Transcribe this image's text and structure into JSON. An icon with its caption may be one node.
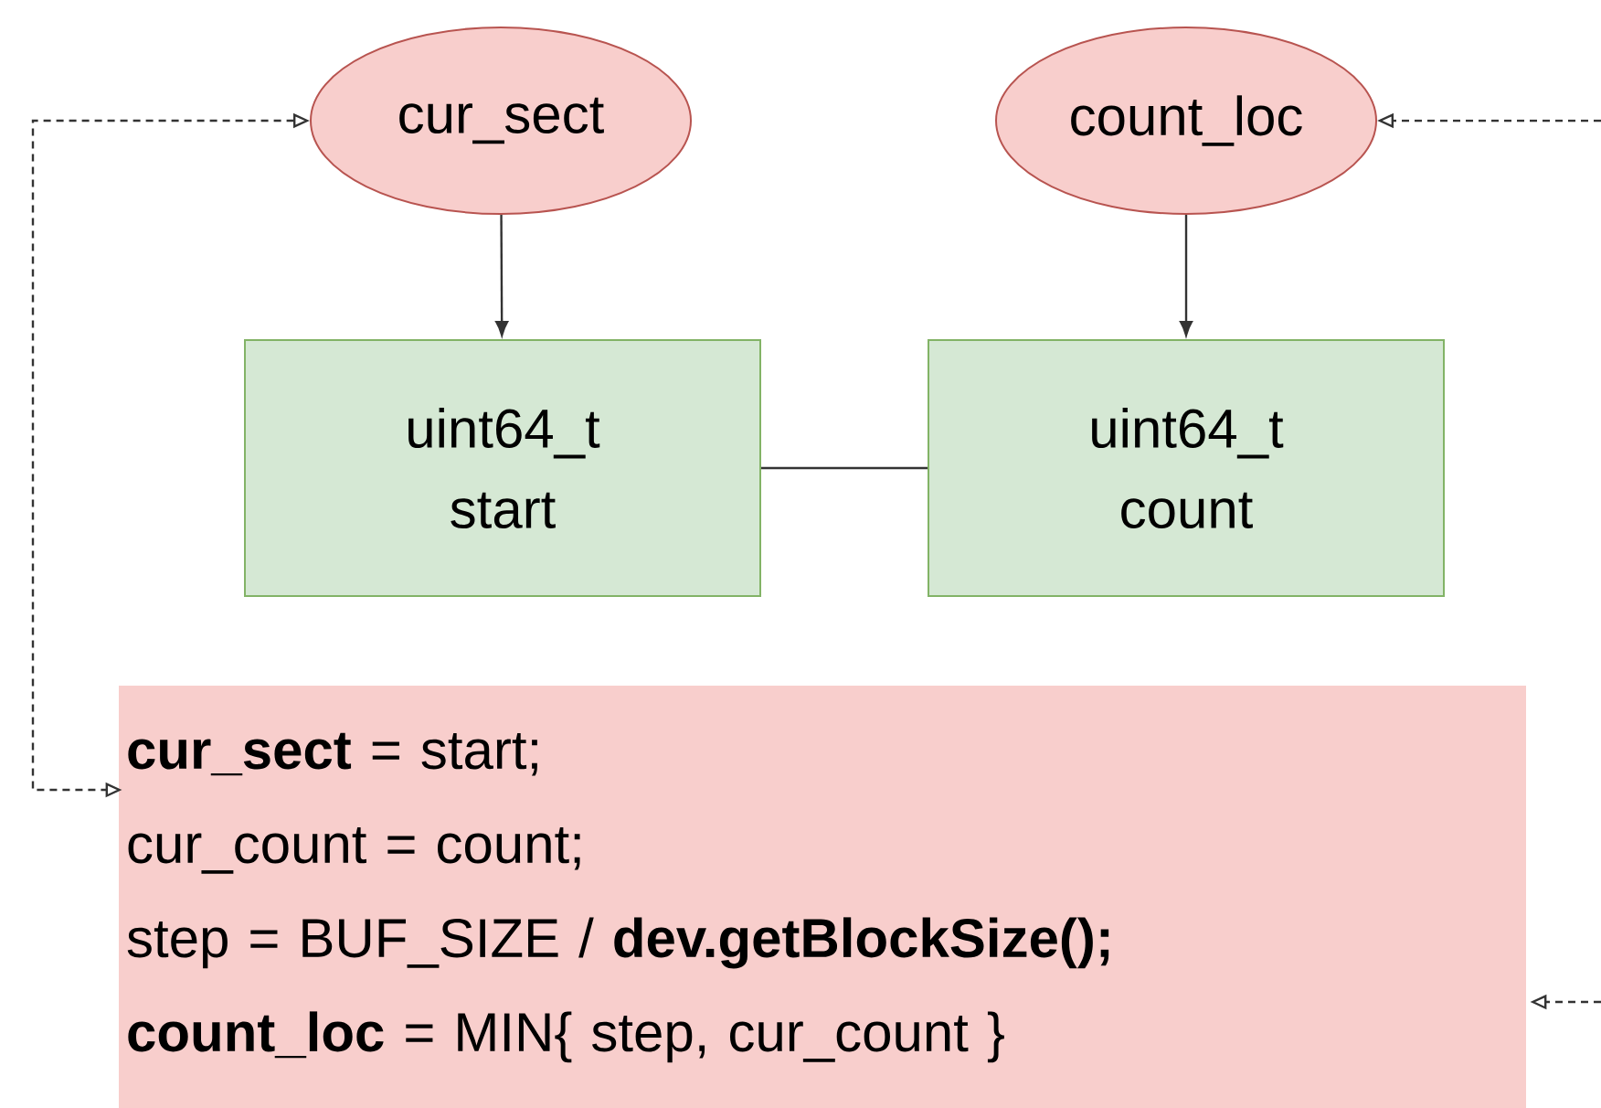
{
  "diagram": {
    "nodes": [
      {
        "text": [
          "cur_sect"
        ]
      },
      {
        "text": [
          "count_loc"
        ]
      },
      {
        "text": [
          "uint64_t start"
        ]
      },
      {
        "text": [
          "uint64_t count"
        ]
      },
      {
        "text": [
          "**cur_sect** = start;",
          "cur_count = count;",
          "step = BUF_SIZE / **dev.getBlockSize();**",
          "**count_loc** = MIN{ step, cur_count }"
        ]
      }
    ],
    "edges": [
      {
        "from": 0,
        "to": 2,
        "arrow": "to"
      },
      {
        "from": 1,
        "to": 3,
        "arrow": "to"
      },
      {
        "from": 2,
        "to": 3,
        "arrow": "none"
      },
      {
        "from": 0,
        "to": 4,
        "arrow": "both",
        "style": "dashed"
      },
      {
        "from": null,
        "to": 1,
        "arrow": "to",
        "style": "dashed"
      },
      {
        "from": null,
        "to": 4,
        "arrow": "to",
        "style": "dashed"
      }
    ]
  }
}
